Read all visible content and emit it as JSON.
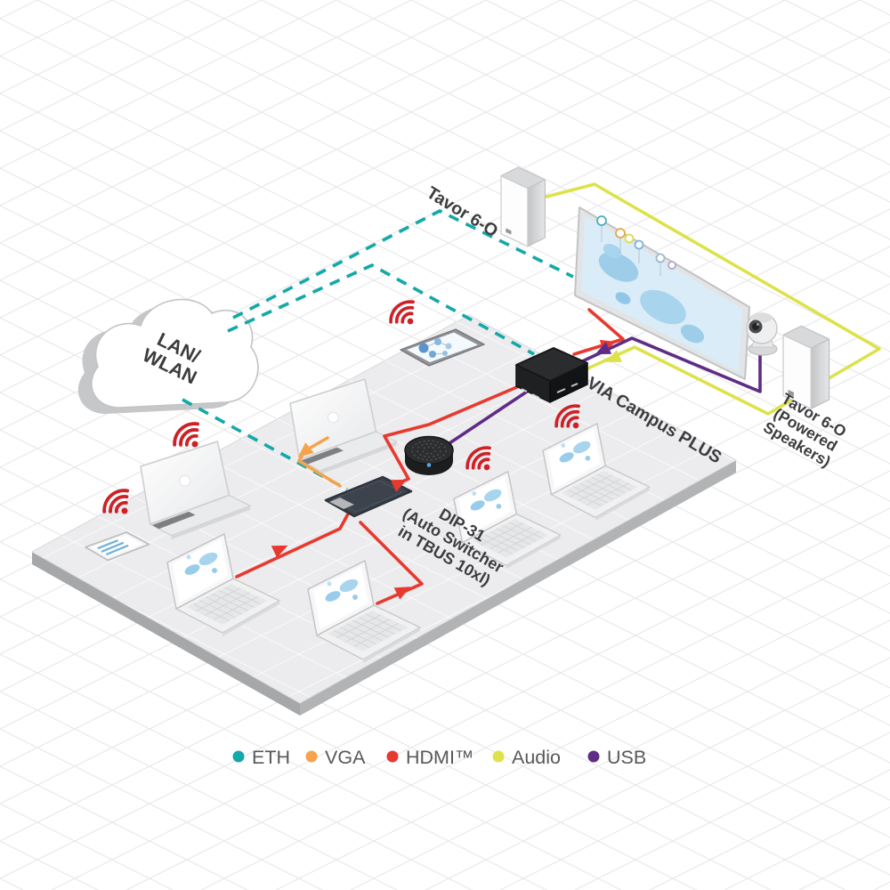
{
  "colors": {
    "eth": "#14a8a9",
    "vga": "#f5a34c",
    "hdmi": "#e8392f",
    "audio": "#dde24b",
    "usb": "#5e2c84",
    "wifi": "#ce2127",
    "label": "#3b3c3e"
  },
  "cloud": {
    "line1": "LAN/",
    "line2": "WLAN"
  },
  "labels": {
    "speaker_top": "Tavor 6-O",
    "via": "VIA Campus PLUS",
    "dip": {
      "line1": "DIP-31",
      "line2": "(Auto Switcher",
      "line3": "in TBUS 10xl)"
    },
    "speakers_right": {
      "line1": "Tavor 6-O",
      "line2": "(Powered",
      "line3": "Speakers)"
    }
  },
  "legend": {
    "items": [
      {
        "label": "ETH",
        "color": "#14a8a9"
      },
      {
        "label": "VGA",
        "color": "#f5a34c"
      },
      {
        "label": "HDMI™",
        "color": "#e8392f"
      },
      {
        "label": "Audio",
        "color": "#dde24b"
      },
      {
        "label": "USB",
        "color": "#5e2c84"
      }
    ]
  }
}
